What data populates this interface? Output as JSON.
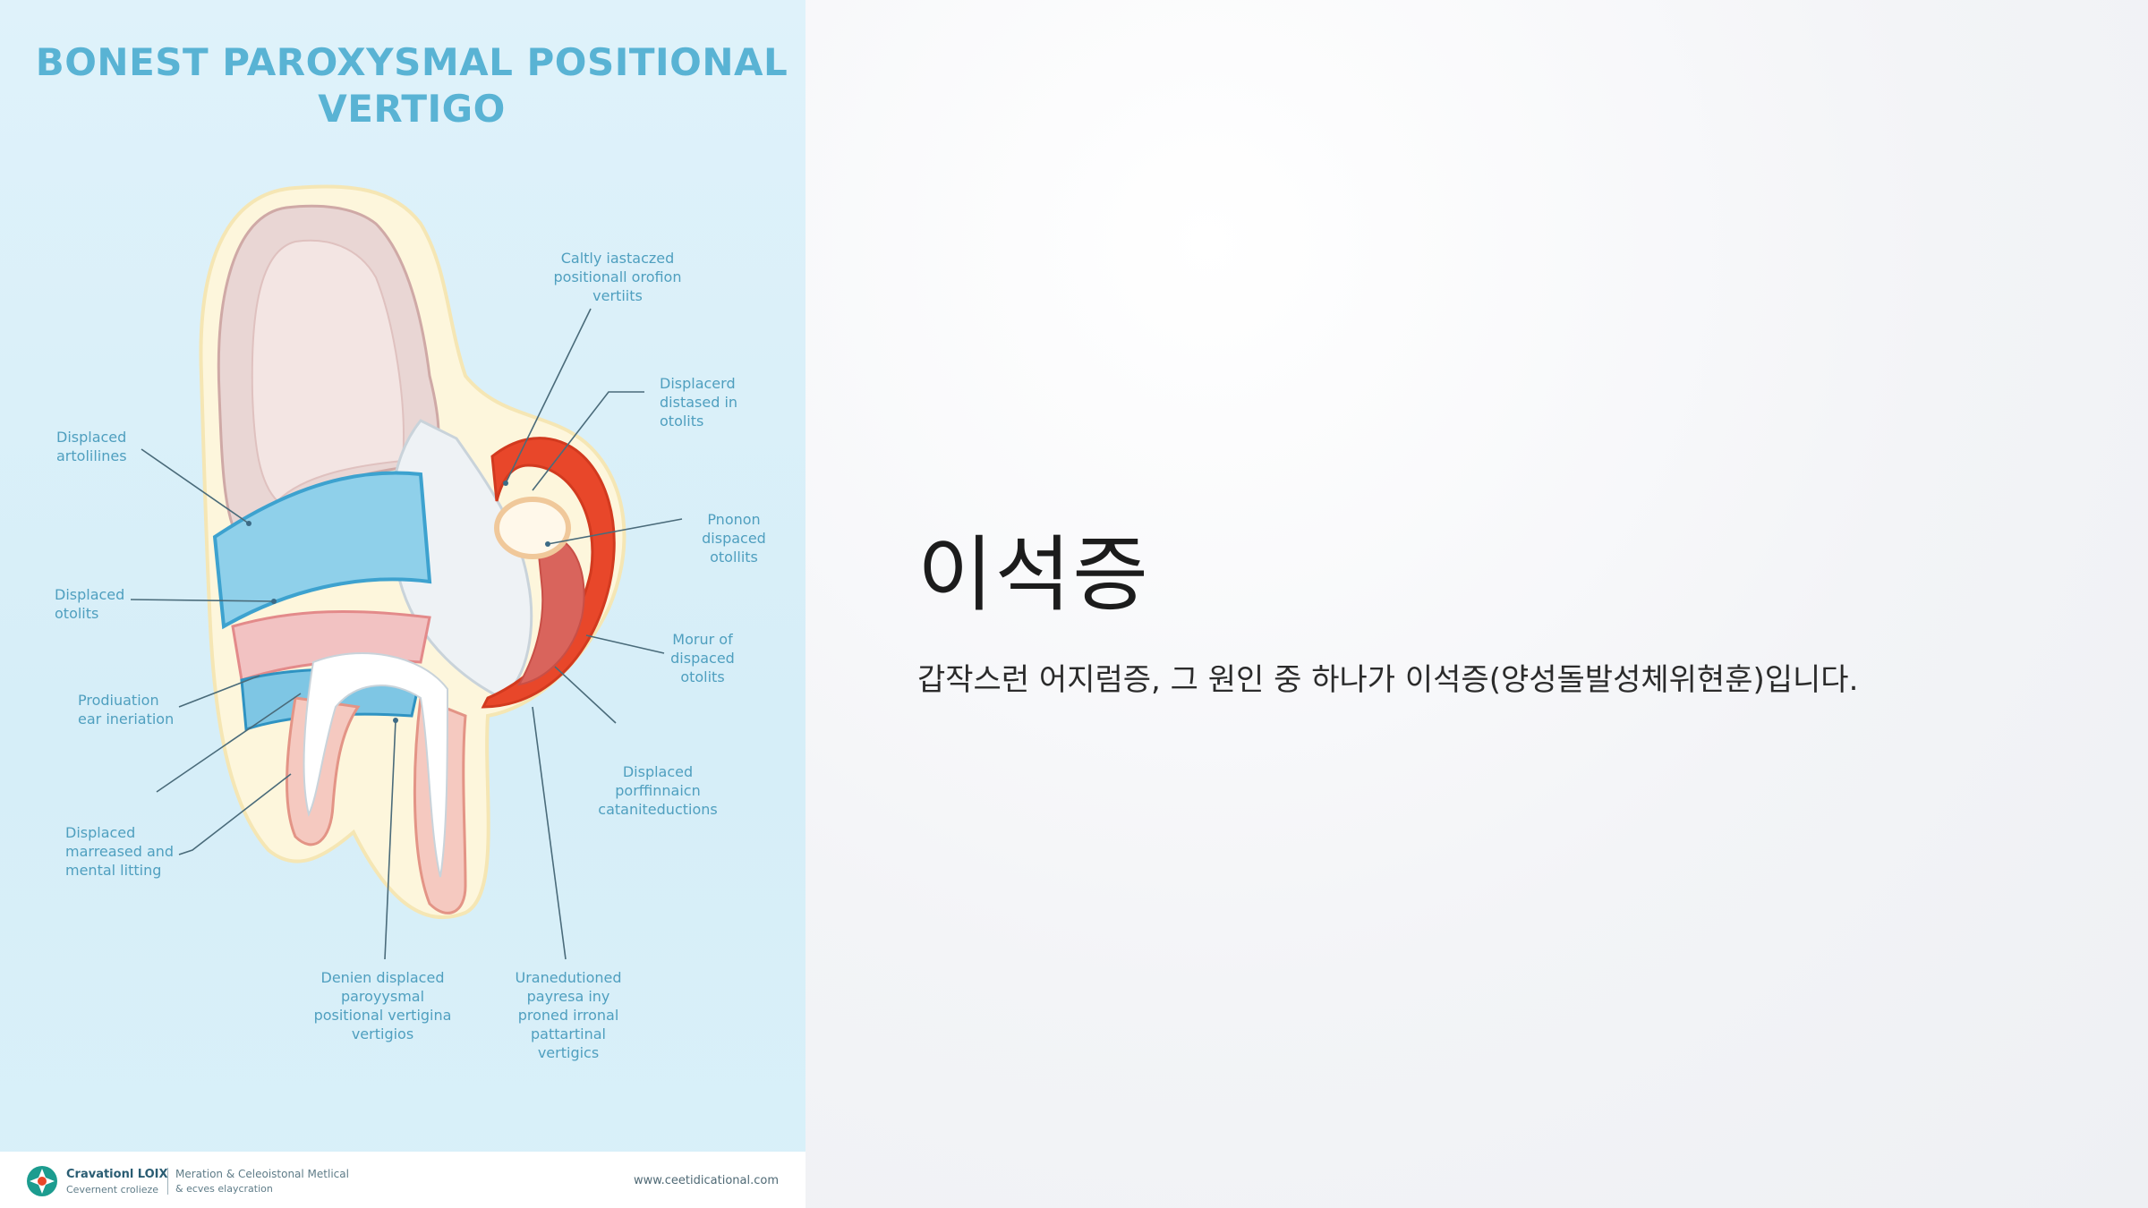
{
  "poster": {
    "title": "BONEST PAROXYSMAL POSITIONAL VERTIGO",
    "labels": {
      "top": "Caltly iastaczed\npositionall orofion\nvertiits",
      "upper_right": "Displacerd\ndistased in\notolits",
      "right_1": "Pnonon\ndispaced\notollits",
      "right_2": "Morur of\ndispaced\notolits",
      "lower_right": "Displaced\nporffinnaicn\ncataniteductions",
      "upper_left": "Displaced\nartolilines",
      "left_1": "Displaced\notolits",
      "left_2": "Prodiuation\near ineriation",
      "left_3": "Displaced\nmarreased and\nmental litting",
      "bottom_left": "Denien displaced\nparoyysmal\npositional vertigina\nvertigios",
      "bottom_right": "Uranedutioned\npayresa iny\nproned irronal\npattartinal\nvertigics"
    },
    "footer": {
      "brand": "Cravationl LOIX",
      "brand_sub": "Cevernent crolieze",
      "org": "Meration & Celeoistonal Metlical",
      "org_sub": "& ecves elaycration",
      "url": "www.ceetidicational.com"
    }
  },
  "slide": {
    "title": "이석증",
    "subtitle": "갑작스런 어지럼증, 그 원인 중 하나가 이석증(양성돌발성체위현훈)입니다."
  },
  "colors": {
    "poster_bg": "#d8eff9",
    "title_blue": "#59b3d4",
    "label_blue": "#4f9fbf",
    "accent_red": "#e8472a",
    "slide_text": "#1c1c1c"
  }
}
